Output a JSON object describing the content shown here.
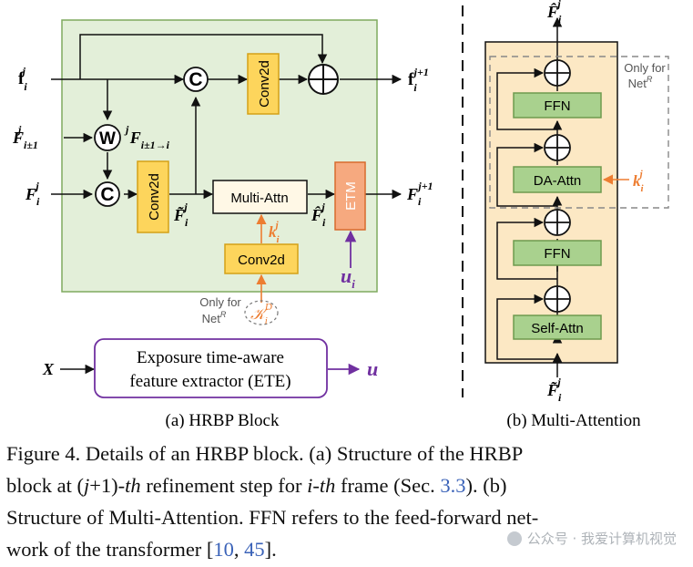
{
  "panel_a": {
    "caption": "(a) HRBP Block",
    "inputs": {
      "f_base": "f",
      "f_sub": "i",
      "f_sup": "j",
      "Fpm_base": "F",
      "Fpm_sub": "i±1",
      "Fpm_sup": "j",
      "F_base": "F",
      "F_sub": "i",
      "F_sup": "j",
      "X": "X"
    },
    "ops": {
      "concat": "C",
      "warp": "W",
      "add": "+"
    },
    "blocks": {
      "conv_top": "Conv2d",
      "conv_mid": "Conv2d",
      "multi_attn": "Multi-Attn",
      "etm": "ETM",
      "conv_k": "Conv2d"
    },
    "labels": {
      "warped_base": "F",
      "warped_sub": "i±1→i",
      "warped_sup": "j",
      "ftilde_base": "F̃",
      "ftilde_sub": "i",
      "ftilde_sup": "j",
      "fhat_base": "F̂",
      "fhat_sub": "i",
      "fhat_sup": "j",
      "k_base": "k",
      "k_sub": "i",
      "k_sup": "j",
      "u_base": "u",
      "u_sub": "i",
      "K_base": "𝒦",
      "K_sub": "i",
      "K_sup": "D",
      "only_for_1": "Only for",
      "only_for_2": "Net",
      "only_for_sup": "R"
    },
    "outputs": {
      "f_base": "f",
      "f_sub": "i",
      "f_sup": "j+1",
      "F_base": "F",
      "F_sub": "i",
      "F_sup": "j+1",
      "u": "u"
    },
    "ete_line1": "Exposure time-aware",
    "ete_line2": "feature extractor (ETE)"
  },
  "panel_b": {
    "caption": "(b) Multi-Attention",
    "blocks": {
      "ffn_top": "FFN",
      "da_attn": "DA-Attn",
      "ffn_bottom": "FFN",
      "self_attn": "Self-Attn"
    },
    "output_base": "F̂",
    "output_sub": "i",
    "output_sup": "j",
    "input_base": "F̃",
    "input_sub": "i",
    "input_sup": "j",
    "k_base": "k",
    "k_sub": "i",
    "k_sup": "j",
    "only_for_1": "Only for",
    "only_for_2": "Net",
    "only_for_sup": "R"
  },
  "caption": {
    "line1_a": "Figure 4.  Details of an HRBP block.  (a) Structure of the HRBP",
    "line2_a": "block at (",
    "line2_j": "j",
    "line2_b": "+1)-",
    "line2_th1": "th",
    "line2_c": " refinement step for ",
    "line2_i": "i",
    "line2_d": "-",
    "line2_th2": "th",
    "line2_e": " frame (Sec. ",
    "line2_ref": "3.3",
    "line2_f": ").  (b)",
    "line3": "Structure of Multi-Attention. FFN refers to the feed-forward net-",
    "line4_a": "work of the transformer [",
    "line4_ref1": "10",
    "line4_b": ", ",
    "line4_ref2": "45",
    "line4_c": "]."
  },
  "watermark": "公众号 · 我爱计算机视觉",
  "colors": {
    "green_bg": "#e3efd9",
    "green_border": "#7faa5f",
    "yellow_fill": "#fdd55c",
    "yellow_border": "#d4a017",
    "orange_fill": "#f6a97f",
    "orange_border": "#d86a2d",
    "ffn_fill": "#a9d18e",
    "ffn_border": "#6e9a4f",
    "cream_bg": "#fce8c4",
    "purple": "#7030a0",
    "orange_arrow": "#ed7d31",
    "link_blue": "#3a62b8"
  }
}
